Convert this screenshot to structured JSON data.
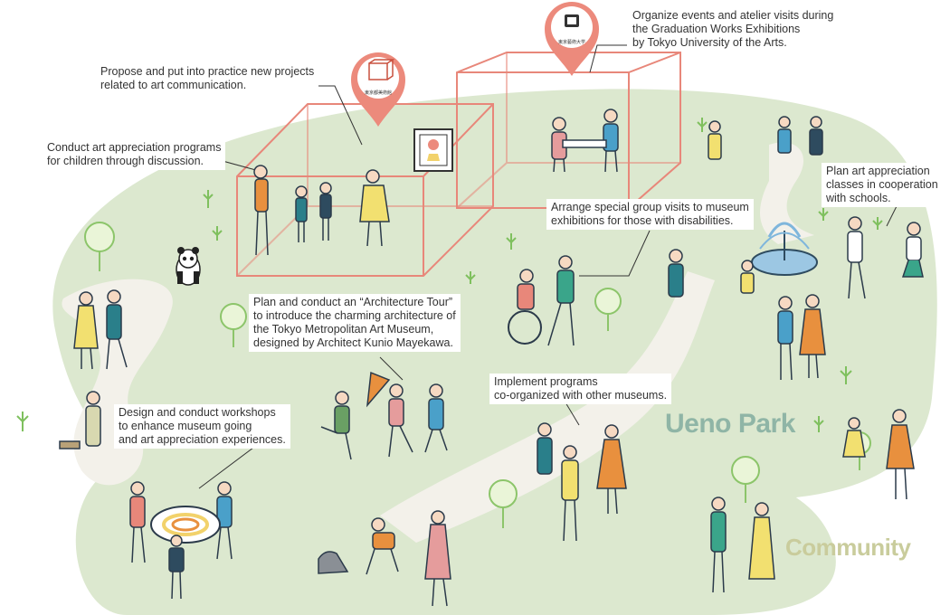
{
  "annotations": {
    "geidai_events": "Organize events and atelier visits during\nthe Graduation Works Exhibitions\nby Tokyo University of the Arts.",
    "art_communication": "Propose and put into practice new projects\nrelated to art communication.",
    "children_programs": "Conduct art appreciation programs\nfor children through discussion.",
    "school_classes": "Plan art appreciation\nclasses in cooperation\nwith schools.",
    "special_visits": "Arrange special group visits to museum\nexhibitions for those with disabilities.",
    "architecture_tour": "Plan and conduct an “Architecture Tour”\nto introduce the charming architecture of\nthe Tokyo Metropolitan Art Museum,\ndesigned by Architect Kunio Mayekawa.",
    "other_museums": "Implement programs\nco-organized with other museums.",
    "workshops": "Design and conduct workshops\nto enhance museum going\nand art appreciation experiences."
  },
  "areas": {
    "park": "Ueno Park",
    "community": "Community"
  },
  "pins": {
    "museum_caption": "東京都美術館",
    "university_caption": "東京藝術大学"
  },
  "colors": {
    "park_green": "#dce8cf",
    "box_pink": "#e8877a",
    "pin_pink": "#ec8a7c",
    "park_label": "#8fb5a6",
    "community_label": "#c9cc9c"
  }
}
